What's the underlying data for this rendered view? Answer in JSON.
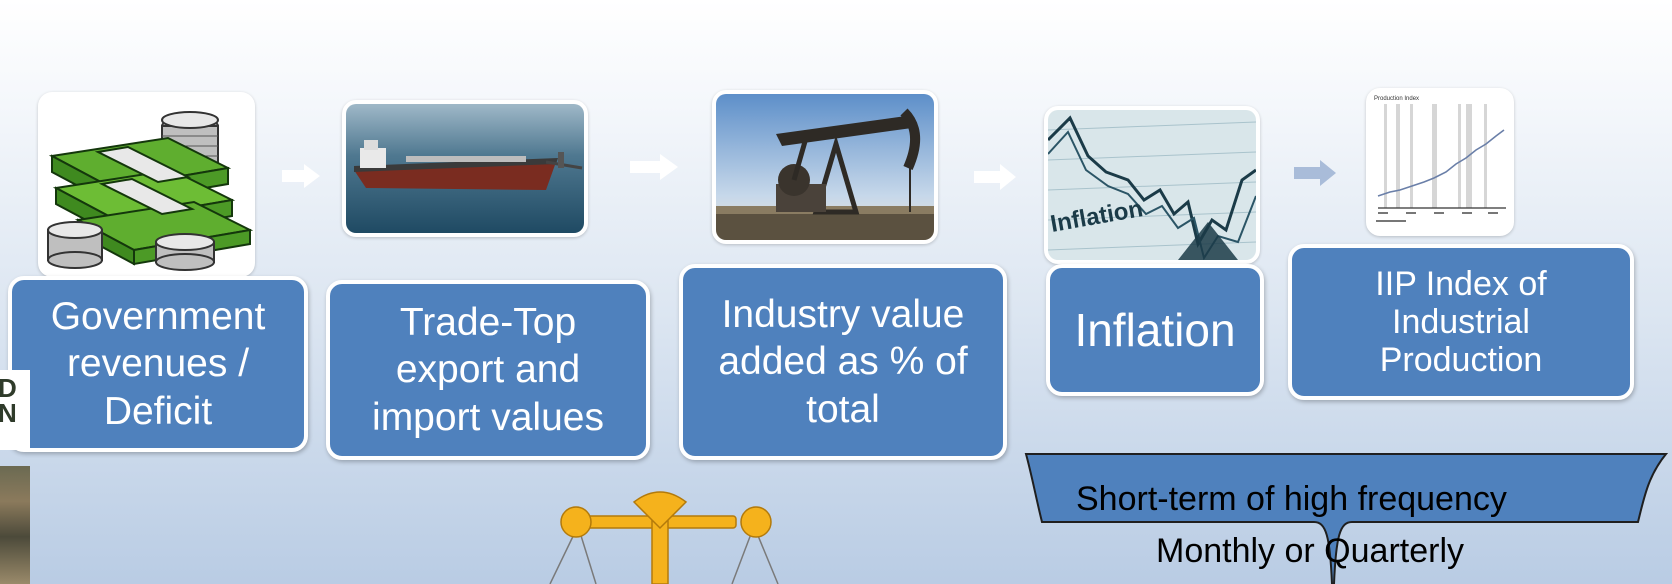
{
  "steps": [
    {
      "label": "Government\nrevenues /\nDeficit",
      "icon": "money-stack-icon"
    },
    {
      "label": "Trade-Top\nexport and\nimport values",
      "icon": "oil-tanker-ship-image"
    },
    {
      "label": "Industry value\nadded as % of\ntotal",
      "icon": "oil-pump-jack-image"
    },
    {
      "label": "Inflation",
      "icon": "inflation-chart-image",
      "image_text": "Inflation"
    },
    {
      "label": "IIP Index of\nIndustrial\nProduction",
      "icon": "production-index-chart-image",
      "chart_title": "Production Index"
    }
  ],
  "brace": {
    "line1": "Short-term of high frequency",
    "line2": "Monthly or Quarterly"
  },
  "colors": {
    "card_fill": "#4f81bd",
    "card_border": "#ffffff",
    "arrow": "#ffffff",
    "arrow_last": "#a9bcd9",
    "scale_gold": "#f5b21c"
  },
  "side_fragment": {
    "text": "D\nN"
  }
}
